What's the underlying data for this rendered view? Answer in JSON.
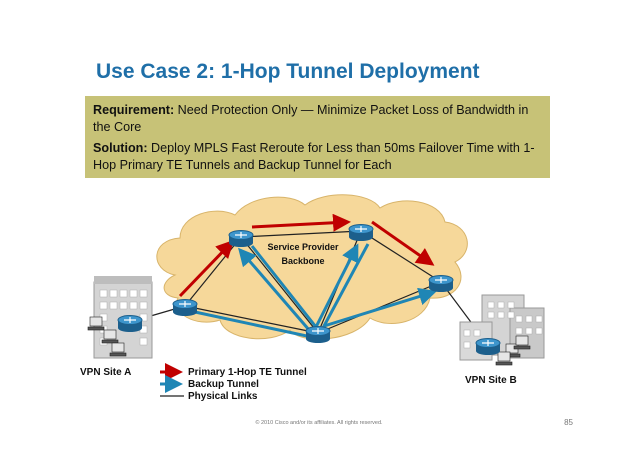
{
  "title": "Use Case 2: 1-Hop Tunnel Deployment",
  "requirement": {
    "label": "Requirement:",
    "text": " Need Protection Only — Minimize Packet Loss of Bandwidth in the Core"
  },
  "solution": {
    "label": "Solution:",
    "text": " Deploy MPLS Fast Reroute for Less than 50ms Failover Time with 1-Hop Primary TE Tunnels and Backup Tunnel for Each"
  },
  "diagram": {
    "cloud_label_line1": "Service Provider",
    "cloud_label_line2": "Backbone",
    "site_a": "VPN Site A",
    "site_b": "VPN Site B"
  },
  "legend": {
    "primary": "Primary 1-Hop TE Tunnel",
    "backup": "Backup Tunnel",
    "physical": "Physical Links"
  },
  "colors": {
    "primary": "#c00000",
    "backup": "#1f86b5",
    "cloud": "#f6d89a",
    "router": "#2a7fb5"
  },
  "footer": "© 2010 Cisco and/or its affiliates. All rights reserved.",
  "page_number": "85"
}
